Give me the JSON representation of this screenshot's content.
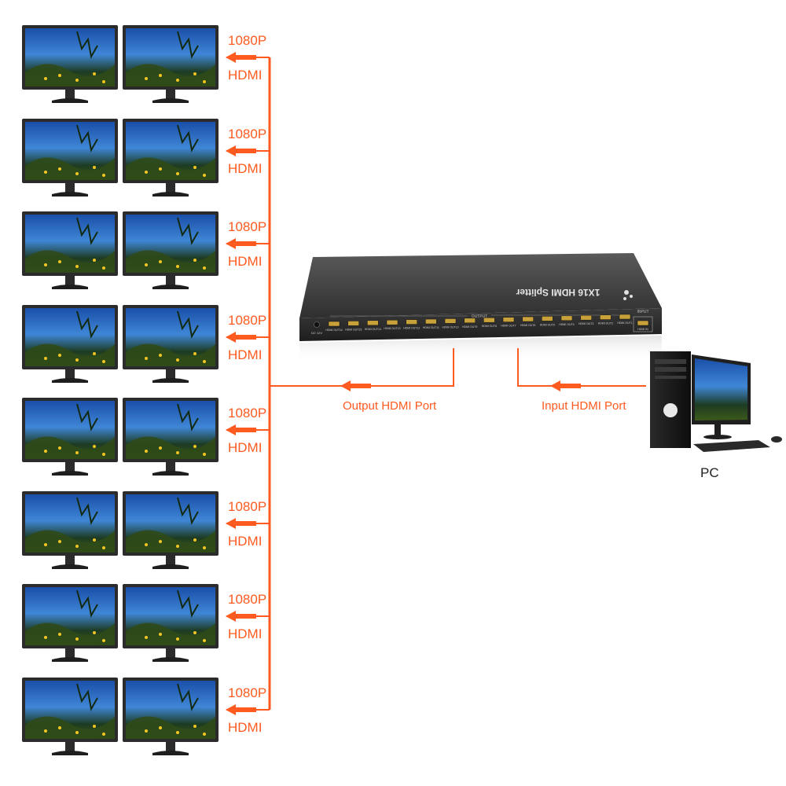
{
  "accent_color": "#ff5a1f",
  "monitor_rows": [
    {
      "resolution": "1080P",
      "signal": "HDMI"
    },
    {
      "resolution": "1080P",
      "signal": "HDMI"
    },
    {
      "resolution": "1080P",
      "signal": "HDMI"
    },
    {
      "resolution": "1080P",
      "signal": "HDMI"
    },
    {
      "resolution": "1080P",
      "signal": "HDMI"
    },
    {
      "resolution": "1080P",
      "signal": "HDMI"
    },
    {
      "resolution": "1080P",
      "signal": "HDMI"
    },
    {
      "resolution": "1080P",
      "signal": "HDMI"
    }
  ],
  "splitter": {
    "brand_text": "1X16 HDMI Splitter",
    "output_header": "OUTPUT",
    "input_header": "INPUT",
    "power_label": "DC 12V",
    "input_port_label": "HDMI IN",
    "output_port_labels": [
      "HDMI OUT16",
      "HDMI OUT15",
      "HDMI OUT14",
      "HDMI OUT13",
      "HDMI OUT12",
      "HDMI OUT11",
      "HDMI OUT10",
      "HDMI OUT9",
      "HDMI OUT8",
      "HDMI OUT7",
      "HDMI OUT6",
      "HDMI OUT5",
      "HDMI OUT4",
      "HDMI OUT3",
      "HDMI OUT2",
      "HDMI OUT1"
    ]
  },
  "connections": {
    "output_label": "Output HDMI Port",
    "input_label": "Input HDMI Port"
  },
  "pc": {
    "label": "PC"
  }
}
